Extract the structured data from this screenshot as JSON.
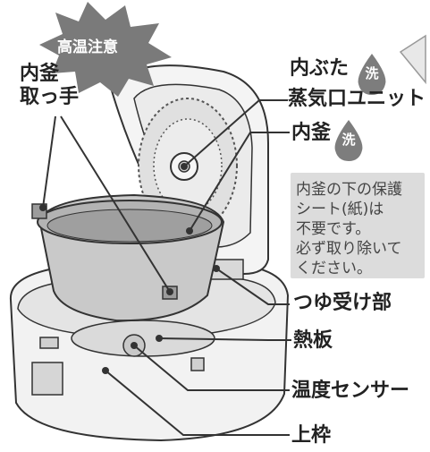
{
  "labels": {
    "caution_burst": "高温注意",
    "pot_handles_line1": "内釜",
    "pot_handles_line2": "取っ手",
    "inner_lid": "内ぶた",
    "steam_vent_unit": "蒸気口ユニット",
    "inner_pot": "内釜",
    "drip_catcher": "つゆ受け部",
    "heating_plate": "熱板",
    "temperature_sensor": "温度センサー",
    "upper_frame": "上枠"
  },
  "wash_badge": "洗",
  "note": {
    "lines": [
      "内釜の下の保護",
      "シート(紙)は",
      "不要です。",
      "必ず取り除いて",
      "ください。"
    ]
  },
  "colors": {
    "burst": "#7a7a7a",
    "wash_badge": "#7d7d7d",
    "note_background": "#dcdcdc",
    "outline": "#333333"
  }
}
